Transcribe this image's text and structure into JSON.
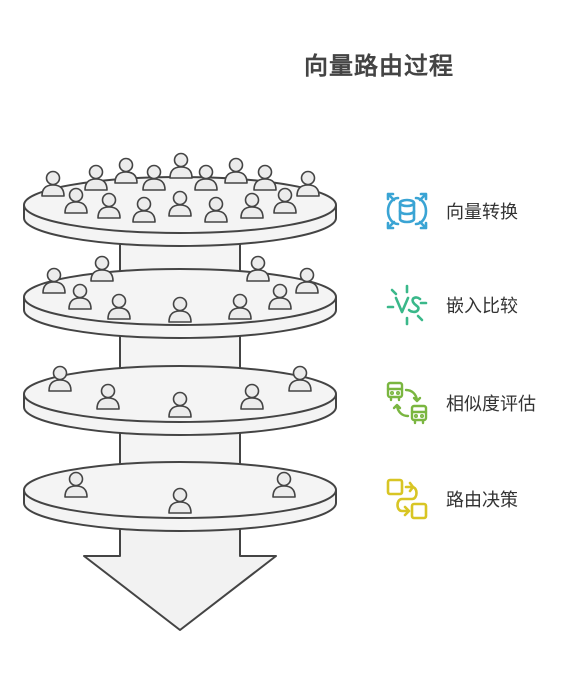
{
  "title": "向量路由过程",
  "stages": [
    {
      "label": "向量转换",
      "icon": "database-expand-icon",
      "color": "#3aa4d4"
    },
    {
      "label": "嵌入比较",
      "icon": "vs-icon",
      "color": "#3ab88a"
    },
    {
      "label": "相似度评估",
      "icon": "bus-exchange-icon",
      "color": "#7ab640"
    },
    {
      "label": "路由决策",
      "icon": "route-decision-icon",
      "color": "#d8c524"
    }
  ],
  "colors": {
    "outline": "#444444",
    "disc_fill": "#f4f4f4",
    "person_fill": "#ececec",
    "arrow_fill": "#f2f2f2"
  }
}
